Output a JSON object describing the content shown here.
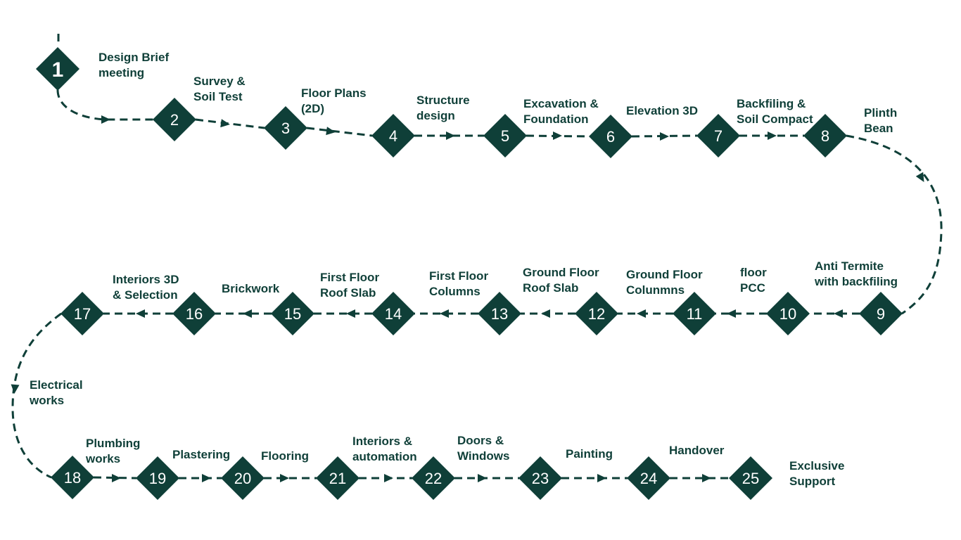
{
  "colors": {
    "accent": "#0f3f38",
    "node_text": "#ffffff",
    "label_text": "#0f3f38",
    "background": "#ffffff"
  },
  "steps": [
    {
      "number": "1",
      "label": "Design Brief\nmeeting"
    },
    {
      "number": "2",
      "label": "Survey &\nSoil Test"
    },
    {
      "number": "3",
      "label": "Floor Plans\n(2D)"
    },
    {
      "number": "4",
      "label": "Structure\ndesign"
    },
    {
      "number": "5",
      "label": "Excavation &\nFoundation"
    },
    {
      "number": "6",
      "label": "Elevation 3D"
    },
    {
      "number": "7",
      "label": "Backfiling &\nSoil Compact"
    },
    {
      "number": "8",
      "label": "Plinth\nBean"
    },
    {
      "number": "9",
      "label": "Anti Termite\nwith backfiling"
    },
    {
      "number": "10",
      "label": "floor\nPCC"
    },
    {
      "number": "11",
      "label": "Ground Floor\nColunmns"
    },
    {
      "number": "12",
      "label": "Ground Floor\nRoof Slab"
    },
    {
      "number": "13",
      "label": "First Floor\nColumns"
    },
    {
      "number": "14",
      "label": "First Floor\nRoof Slab"
    },
    {
      "number": "15",
      "label": "Brickwork"
    },
    {
      "number": "16",
      "label": "Interiors 3D\n& Selection"
    },
    {
      "number": "17",
      "label": "Electrical\nworks"
    },
    {
      "number": "18",
      "label": "Plumbing\nworks"
    },
    {
      "number": "19",
      "label": "Plastering"
    },
    {
      "number": "20",
      "label": "Flooring"
    },
    {
      "number": "21",
      "label": "Interiors &\nautomation"
    },
    {
      "number": "22",
      "label": "Doors &\nWindows"
    },
    {
      "number": "23",
      "label": "Painting"
    },
    {
      "number": "24",
      "label": "Handover"
    },
    {
      "number": "25",
      "label": "Exclusive\nSupport"
    }
  ]
}
